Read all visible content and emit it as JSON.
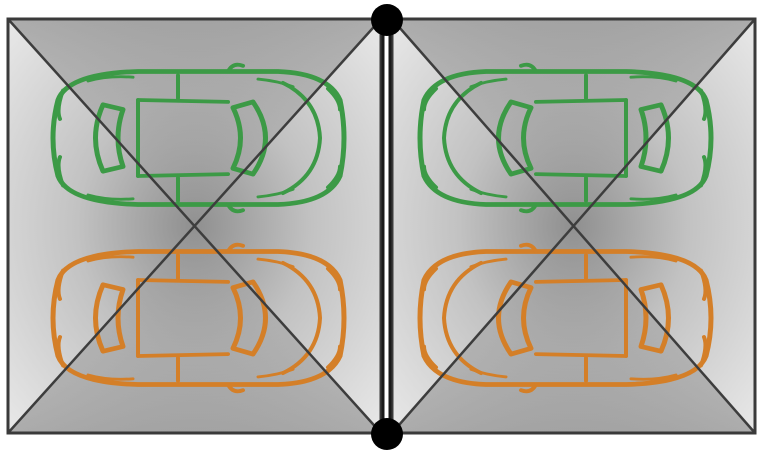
{
  "scene": {
    "panels": [
      {
        "id": "left",
        "cars": [
          "green-car",
          "orange-car"
        ],
        "facing": "right"
      },
      {
        "id": "right",
        "cars": [
          "green-car",
          "orange-car"
        ],
        "facing": "left"
      }
    ],
    "hinge_points": [
      "top",
      "bottom"
    ]
  },
  "colors": {
    "background": "#ffffff",
    "panel_light": "#e6e6e6",
    "panel_mid": "#bdbdbd",
    "panel_dark": "#8d8d8d",
    "frame": "#3a3a3a",
    "diagonal": "#3d3d3d",
    "hinge": "#000000",
    "car_green": "#3c9a46",
    "car_orange": "#d47f28"
  }
}
